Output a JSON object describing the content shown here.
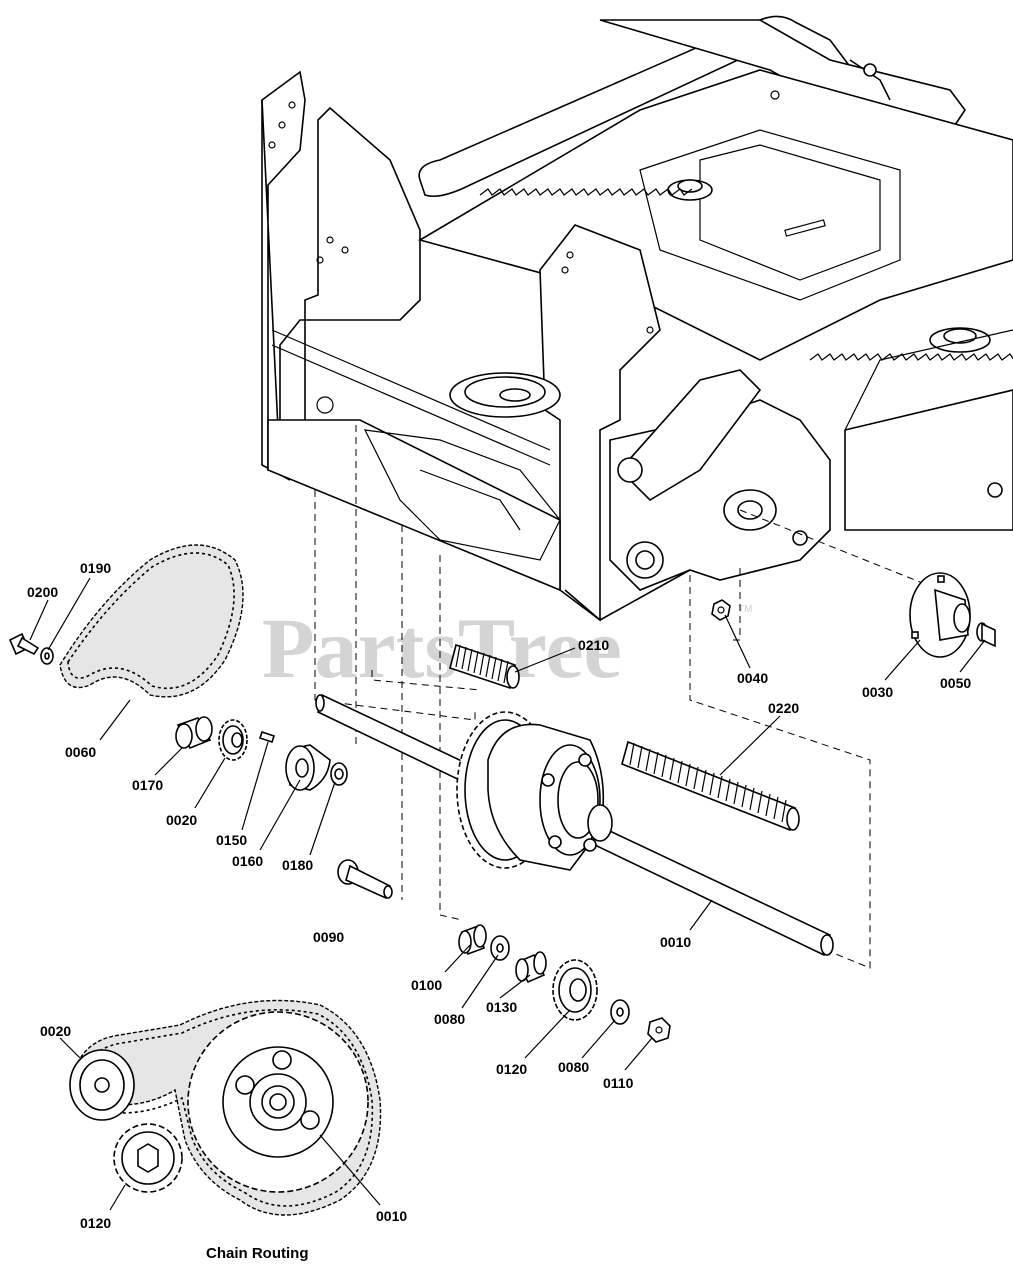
{
  "watermark": {
    "text": "PartsTree",
    "trademark": "TM"
  },
  "caption": "Chain Routing",
  "callouts": [
    {
      "id": "c0010a",
      "label": "0010"
    },
    {
      "id": "c0020a",
      "label": "0020"
    },
    {
      "id": "c0030",
      "label": "0030"
    },
    {
      "id": "c0040",
      "label": "0040"
    },
    {
      "id": "c0050",
      "label": "0050"
    },
    {
      "id": "c0060",
      "label": "0060"
    },
    {
      "id": "c0080a",
      "label": "0080"
    },
    {
      "id": "c0080b",
      "label": "0080"
    },
    {
      "id": "c0090",
      "label": "0090"
    },
    {
      "id": "c0100",
      "label": "0100"
    },
    {
      "id": "c0110",
      "label": "0110"
    },
    {
      "id": "c0120a",
      "label": "0120"
    },
    {
      "id": "c0130",
      "label": "0130"
    },
    {
      "id": "c0150",
      "label": "0150"
    },
    {
      "id": "c0160",
      "label": "0160"
    },
    {
      "id": "c0170",
      "label": "0170"
    },
    {
      "id": "c0180",
      "label": "0180"
    },
    {
      "id": "c0190",
      "label": "0190"
    },
    {
      "id": "c0200",
      "label": "0200"
    },
    {
      "id": "c0210",
      "label": "0210"
    },
    {
      "id": "c0220",
      "label": "0220"
    },
    {
      "id": "c0020b",
      "label": "0020"
    },
    {
      "id": "c0120b",
      "label": "0120"
    },
    {
      "id": "c0010b",
      "label": "0010"
    }
  ]
}
